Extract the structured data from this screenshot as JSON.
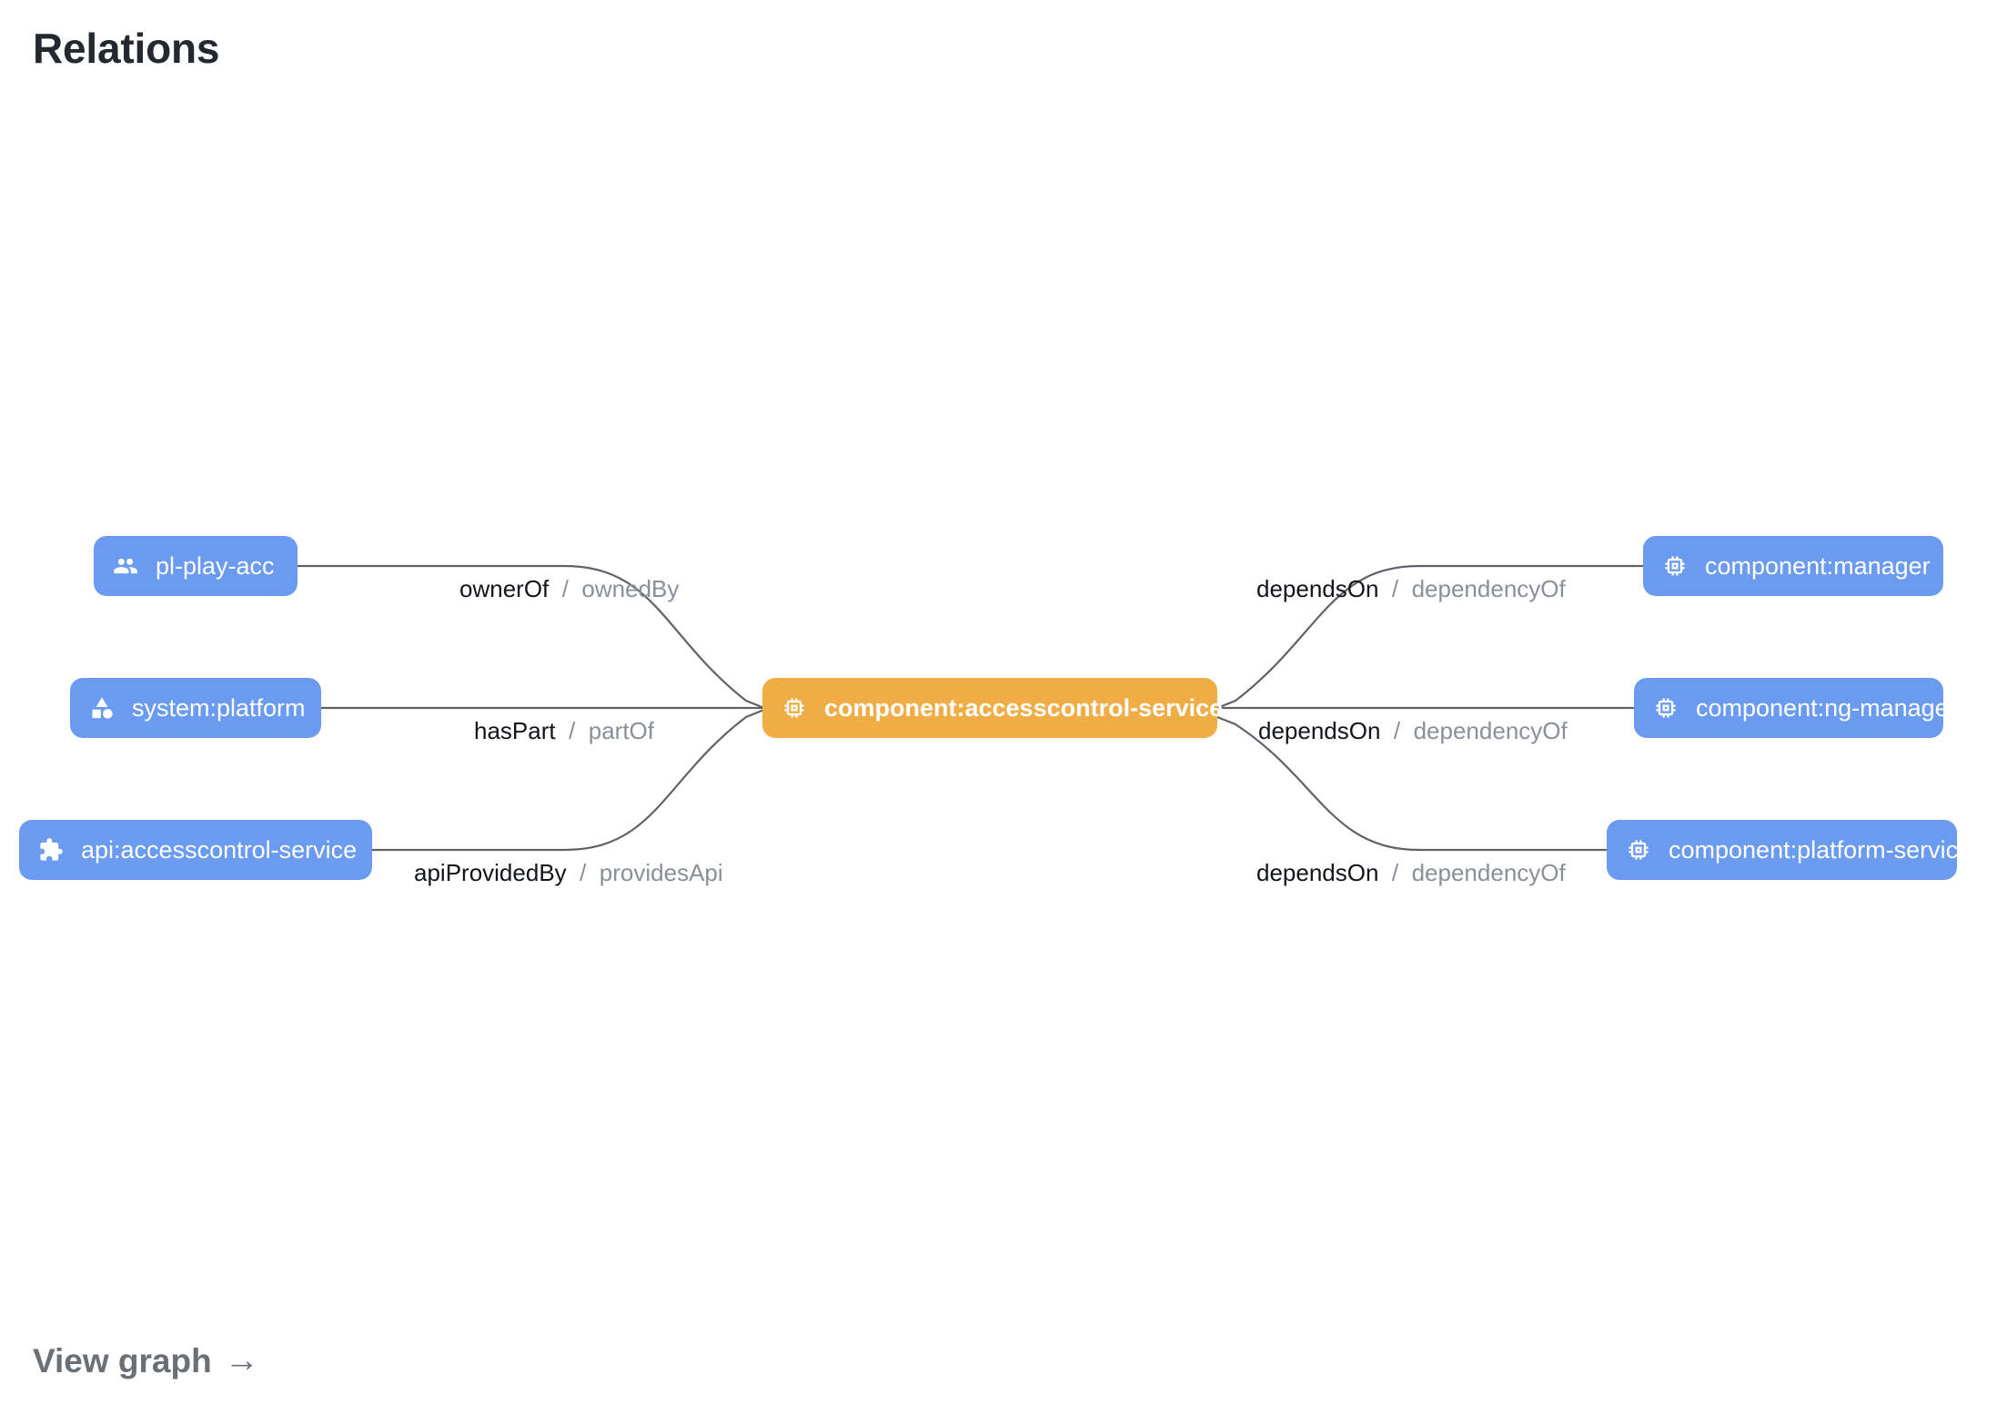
{
  "page": {
    "title": "Relations",
    "footer_link_label": "View graph",
    "footer_link_arrow": "→"
  },
  "colors": {
    "node_blue": "#6b9bf0",
    "node_orange": "#f0ad46",
    "edge_gray": "#5f6368",
    "label_forward": "#111418",
    "label_reverse": "#8a8f98",
    "title_text": "#24292f",
    "footer_text": "#6b6f76",
    "background": "#ffffff"
  },
  "graph": {
    "focus_node": {
      "id": "component:accesscontrol-service",
      "label": "component:accesscontrol-service",
      "icon": "memory-chip-icon",
      "kind": "component",
      "color": "#f0ad46",
      "emphasis": "bold"
    },
    "nodes": [
      {
        "id": "pl-play-acc",
        "label": "pl-play-acc",
        "icon": "group-people-icon",
        "kind": "group",
        "side": "left",
        "row": 1,
        "color": "#6b9bf0"
      },
      {
        "id": "system:platform",
        "label": "system:platform",
        "icon": "category-shapes-icon",
        "kind": "system",
        "side": "left",
        "row": 2,
        "color": "#6b9bf0"
      },
      {
        "id": "api:accesscontrol-service",
        "label": "api:accesscontrol-service",
        "icon": "puzzle-extension-icon",
        "kind": "api",
        "side": "left",
        "row": 3,
        "color": "#6b9bf0"
      },
      {
        "id": "component:manager",
        "label": "component:manager",
        "icon": "memory-chip-icon",
        "kind": "component",
        "side": "right",
        "row": 1,
        "color": "#6b9bf0"
      },
      {
        "id": "component:ng-manager",
        "label": "component:ng-manager",
        "icon": "memory-chip-icon",
        "kind": "component",
        "side": "right",
        "row": 2,
        "color": "#6b9bf0"
      },
      {
        "id": "component:platform-service",
        "label": "component:platform-service",
        "icon": "memory-chip-icon",
        "kind": "component",
        "side": "right",
        "row": 3,
        "color": "#6b9bf0"
      }
    ],
    "edges": [
      {
        "source": "pl-play-acc",
        "target": "component:accesscontrol-service",
        "forward": "ownerOf",
        "separator": "/",
        "reverse": "ownedBy"
      },
      {
        "source": "system:platform",
        "target": "component:accesscontrol-service",
        "forward": "hasPart",
        "separator": "/",
        "reverse": "partOf"
      },
      {
        "source": "api:accesscontrol-service",
        "target": "component:accesscontrol-service",
        "forward": "apiProvidedBy",
        "separator": "/",
        "reverse": "providesApi"
      },
      {
        "source": "component:accesscontrol-service",
        "target": "component:manager",
        "forward": "dependsOn",
        "separator": "/",
        "reverse": "dependencyOf"
      },
      {
        "source": "component:accesscontrol-service",
        "target": "component:ng-manager",
        "forward": "dependsOn",
        "separator": "/",
        "reverse": "dependencyOf"
      },
      {
        "source": "component:accesscontrol-service",
        "target": "component:platform-service",
        "forward": "dependsOn",
        "separator": "/",
        "reverse": "dependencyOf"
      }
    ]
  }
}
